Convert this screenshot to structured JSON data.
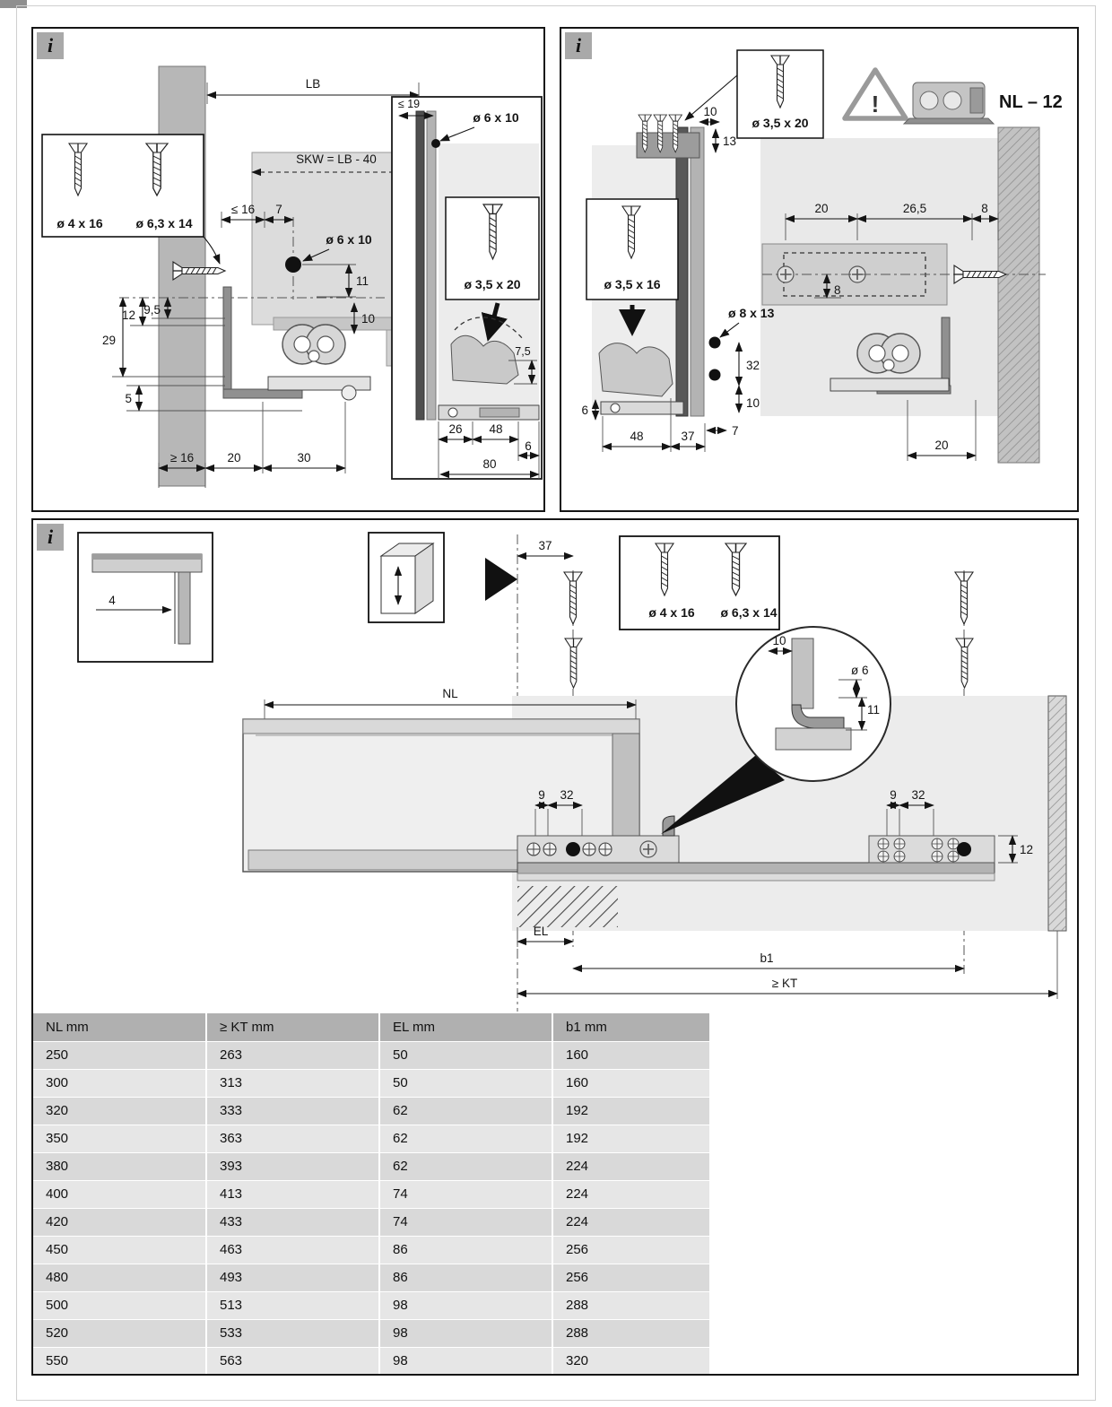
{
  "panel_top_left": {
    "info_label": "i",
    "screw_box": {
      "screw_small": "ø 4 x 16",
      "screw_large": "ø 6,3 x 14"
    },
    "detail_screw_label": "ø 3,5 x 20",
    "dims": {
      "lb": "LB",
      "skw": "SKW = LB - 40",
      "max19": "≤ 19",
      "hole_detail": "ø 6 x 10",
      "max16": "≤ 16",
      "d7": "7",
      "hole_main": "ø 6 x 10",
      "d11": "11",
      "d9_5": "9,5",
      "d12": "12",
      "d29": "29",
      "d10": "10",
      "d5": "5",
      "d7_5": "7,5",
      "min16": "≥ 16",
      "d20": "20",
      "d30": "30",
      "d26": "26",
      "d48": "48",
      "d6": "6",
      "d80": "80"
    }
  },
  "panel_top_right": {
    "info_label": "i",
    "product_code": "NL – 12",
    "warning_mark": "!",
    "screw_top_label": "ø 3,5 x 20",
    "screw_mid_label": "ø 3,5 x 16",
    "dims": {
      "d10_top": "10",
      "d13": "13",
      "d20_top": "20",
      "d26_5": "26,5",
      "d8_top": "8",
      "d8_side": "8",
      "hole_side": "ø 8 x 13",
      "d32": "32",
      "d10_side": "10",
      "d7": "7",
      "d6": "6",
      "d48": "48",
      "d37": "37",
      "d20_bottom": "20"
    }
  },
  "panel_bottom": {
    "info_label": "i",
    "screw_box": {
      "screw_small": "ø 4 x 16",
      "screw_large": "ø 6,3 x 14"
    },
    "dims": {
      "d4": "4",
      "d37": "37",
      "d10": "10",
      "dia6": "ø 6",
      "d11": "11",
      "nl": "NL",
      "d9_left": "9",
      "d32_left": "32",
      "d9_right": "9",
      "d32_right": "32",
      "d12": "12",
      "el": "EL",
      "b1": "b1",
      "min_kt": "≥ KT"
    }
  },
  "table": {
    "headers": [
      "NL mm",
      "≥ KT mm",
      "EL mm",
      "b1 mm"
    ],
    "rows": [
      [
        "250",
        "263",
        "50",
        "160"
      ],
      [
        "300",
        "313",
        "50",
        "160"
      ],
      [
        "320",
        "333",
        "62",
        "192"
      ],
      [
        "350",
        "363",
        "62",
        "192"
      ],
      [
        "380",
        "393",
        "62",
        "224"
      ],
      [
        "400",
        "413",
        "74",
        "224"
      ],
      [
        "420",
        "433",
        "74",
        "224"
      ],
      [
        "450",
        "463",
        "86",
        "256"
      ],
      [
        "480",
        "493",
        "86",
        "256"
      ],
      [
        "500",
        "513",
        "98",
        "288"
      ],
      [
        "520",
        "533",
        "98",
        "288"
      ],
      [
        "550",
        "563",
        "98",
        "320"
      ]
    ]
  }
}
